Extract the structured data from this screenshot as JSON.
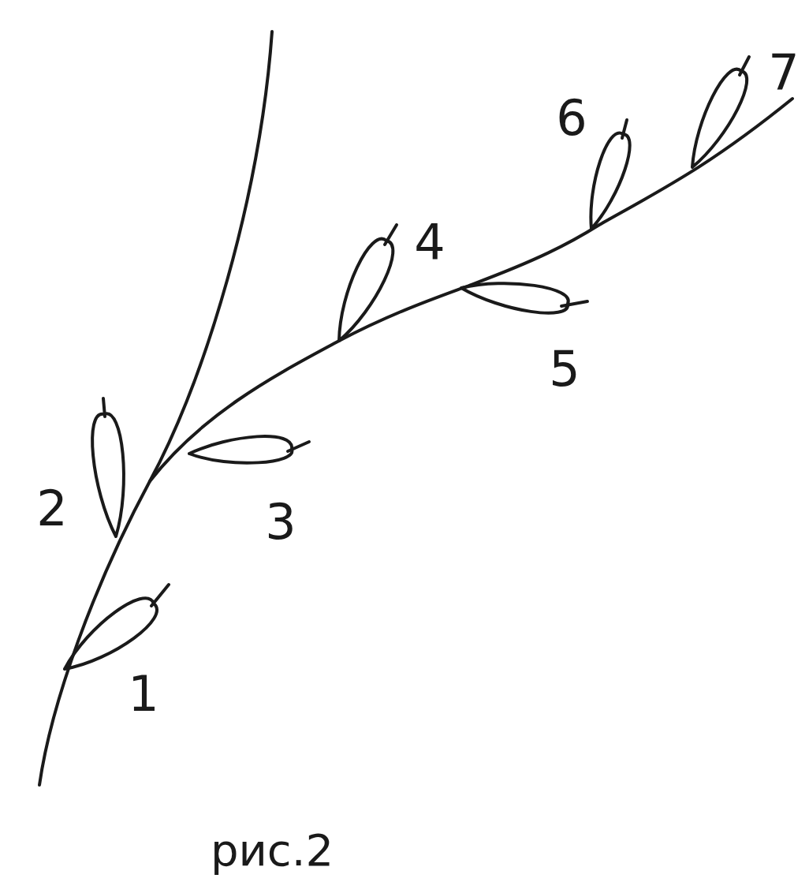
{
  "diagram": {
    "caption": "рис.2",
    "labels": [
      "1",
      "2",
      "3",
      "4",
      "5",
      "6",
      "7"
    ]
  }
}
